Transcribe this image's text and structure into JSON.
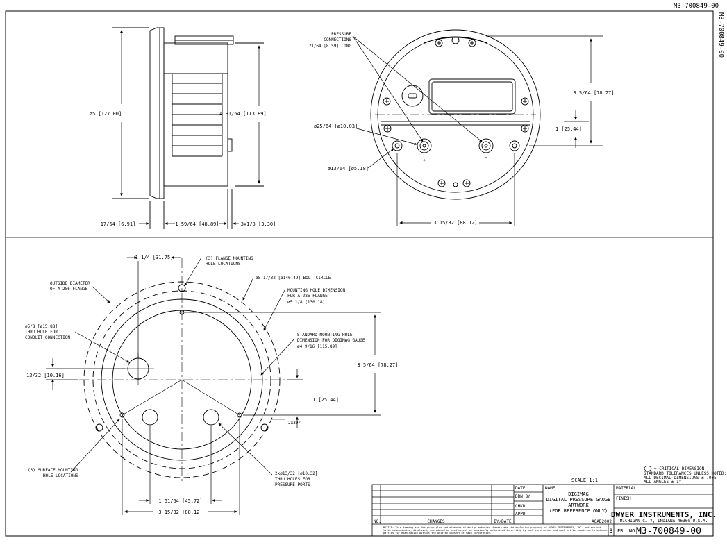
{
  "drawing_number": "M3-700849-00",
  "side_view": {
    "height_overall": "ø5 [127.00]",
    "height_body": "4 31/64 [113.89]",
    "flange_thickness": "17/64 [6.91]",
    "body_depth": "1 59/64 [48.89]",
    "port_length": "3x1/8 [3.30]"
  },
  "rear_view": {
    "pressure_note_1": "PRESSURE",
    "pressure_note_2": "CONNECTIONS",
    "pressure_note_3": "21/64 [8.59] LONG",
    "port_dia": "ø25/64 [ø10.03]",
    "hole_dia": "ø13/64 [ø5.18]",
    "height": "3 5/64 [78.27]",
    "offset": "1 [25.44]",
    "width": "3 15/32 [88.12]",
    "plus_sign": "+",
    "minus_sign": "−"
  },
  "cutout_view": {
    "offset_top": "1 1/4 [31.75]",
    "flange_holes_1": "(3) FLANGE MOUNTING",
    "flange_holes_2": "HOLE LOCATIONS",
    "bolt_circle": "ø5 17/32 [ø140.49] BOLT CIRCLE",
    "outside_dia_1": "OUTSIDE DIAMETER",
    "outside_dia_2": "OF A-286 FLANGE",
    "mount_dim_1": "MOUNTING HOLE DIMENSION",
    "mount_dim_2": "FOR A-286 FLANGE",
    "mount_dim_3": "ø5 1/8 [130.18]",
    "conduit_1": "ø5/8 [ø15.88]",
    "conduit_2": "THRU HOLE FOR",
    "conduit_3": "CONDUIT CONNECTION",
    "std_mount_1": "STANDARD MOUNTING HOLE",
    "std_mount_2": "DIMENSION FOR DIGIMAG GAUGE",
    "std_mount_3": "ø4 9/16 [115.89]",
    "height": "3 5/64 [78.27]",
    "left_offset": "13/32 [10.16]",
    "offset": "1 [25.44]",
    "angle": "2x30°",
    "surface_1": "(3) SURFACE MOUNTING",
    "surface_2": "HOLE LOCATIONS",
    "port_holes_1": "2xø13/32 [ø10.32]",
    "port_holes_2": "THRU HOLES FOR",
    "port_holes_3": "PRESSURE PORTS",
    "port_spacing": "1 51/64 [45.72]",
    "width": "3 15/32 [88.12]"
  },
  "title_block": {
    "scale": "SCALE  1:1",
    "critical_1": "= CRITICAL DIMENSION",
    "critical_2": "STANDARD TOLERANCES UNLESS NOTED:",
    "critical_3": "ALL DECIMAL DIMENSIONS ± .005",
    "critical_4": "ALL ANGLES ± 1°",
    "date_label": "DATE",
    "name_label": "NAME",
    "material_label": "MATERIAL",
    "drn_label": "DRN BY",
    "chkd_label": "CHKD",
    "appd_label": "APPD",
    "finish_label": "FINISH",
    "title_1": "DIGIMAG",
    "title_2": "DIGITAL PRESSURE GAUGE",
    "title_3": "ARTWORK",
    "title_4": "(FOR REFERENCE ONLY)",
    "code": "AOAD2002",
    "no_label": "NO.",
    "changes_label": "CHANGES",
    "bydate_label": "BY/DATE",
    "notice_1": "NOTICE: This drawing and the principles and elements of design embodied therein are the exclusive property of DWYER INSTRUMENTS, INC. and are not",
    "notice_2": "to be communicated, disclosed, reproduced or used except as previously authorized in writing by such corporation and must not be submitted to outside",
    "notice_3": "parties for examination without the written consent of said corporation.",
    "company": "DWYER INSTRUMENTS, INC.",
    "address": "MICHIGAN CITY, INDIANA 46360   U.S.A.",
    "sheet": "3",
    "fr_label": "FR. NO.",
    "fr_number": "M3-700849-00"
  }
}
